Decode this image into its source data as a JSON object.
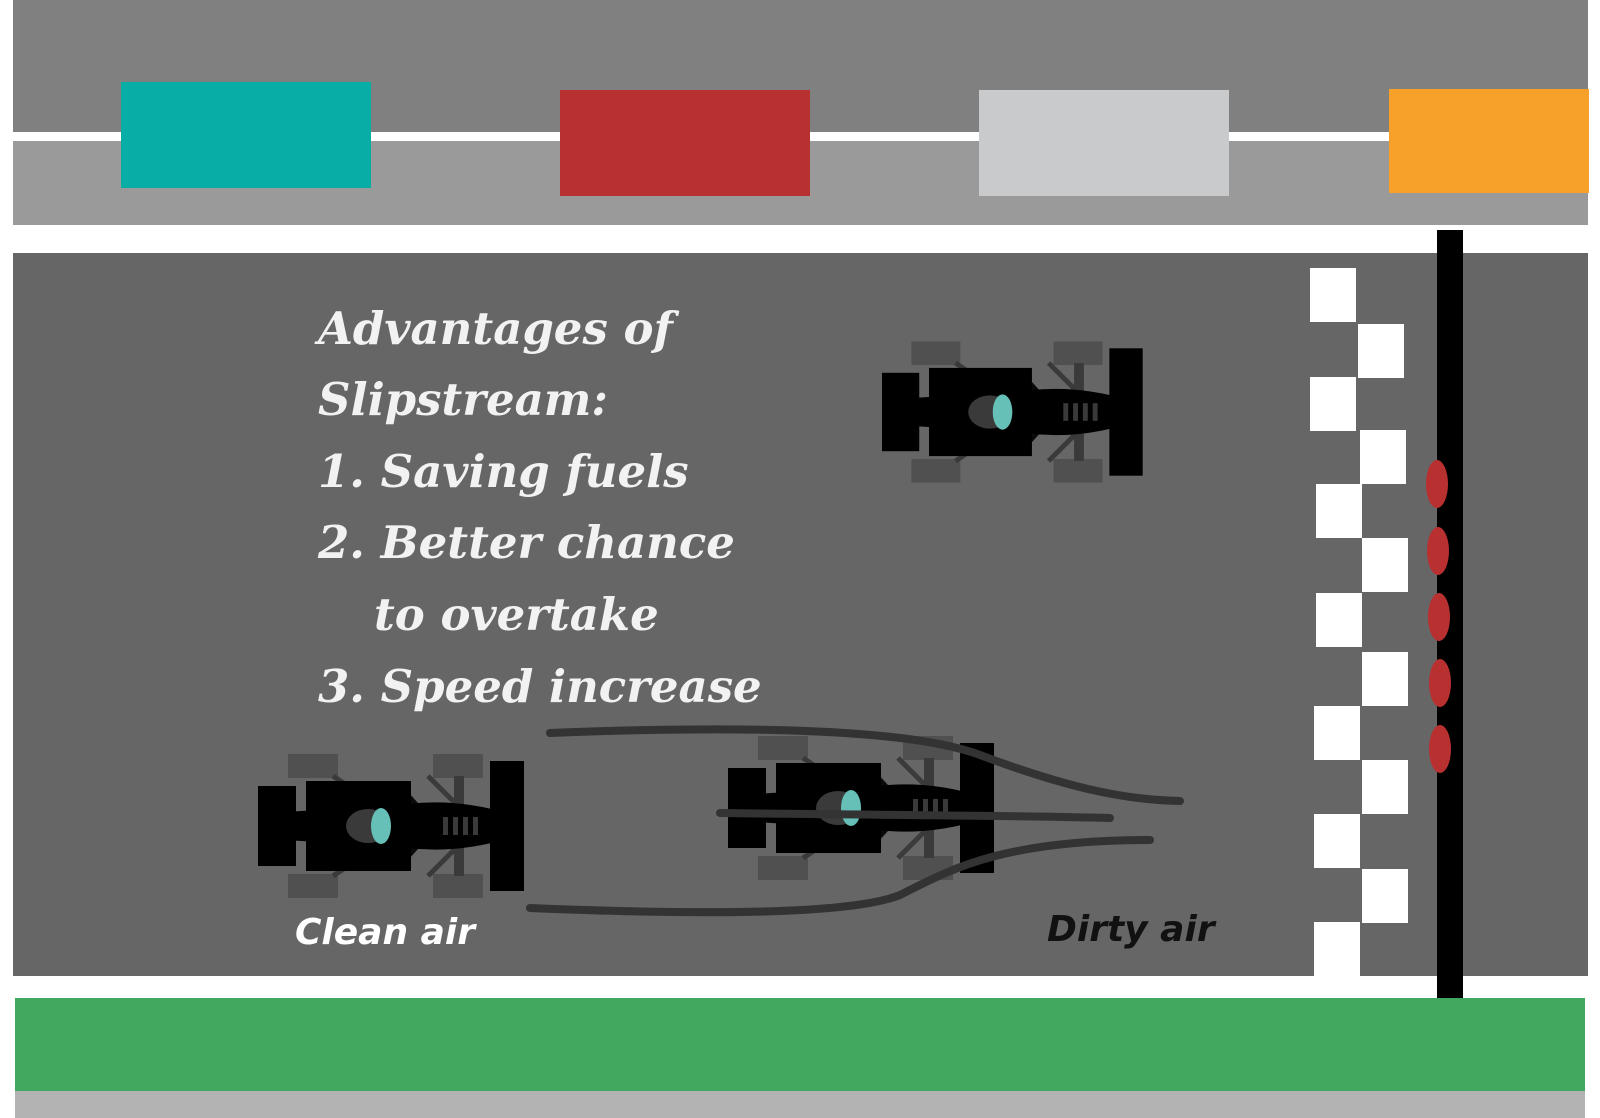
{
  "heading": {
    "title_line_1": "Advantages of",
    "title_line_2": "Slipstream:",
    "item_1": "1. Saving fuels",
    "item_2_line_1": "2. Better chance",
    "item_2_line_2": "to overtake",
    "item_3": "3. Speed increase"
  },
  "labels": {
    "clean_air": "Clean air",
    "dirty_air": "Dirty air"
  },
  "colors": {
    "teal": "#08aea6",
    "red": "#b83030",
    "silver": "#c9cacc",
    "orange": "#f7a12a",
    "track": "#666666",
    "grass": "#42a85f"
  },
  "icons": [
    "race-car-icon",
    "checkered-flag-icon",
    "finish-line-icon"
  ]
}
